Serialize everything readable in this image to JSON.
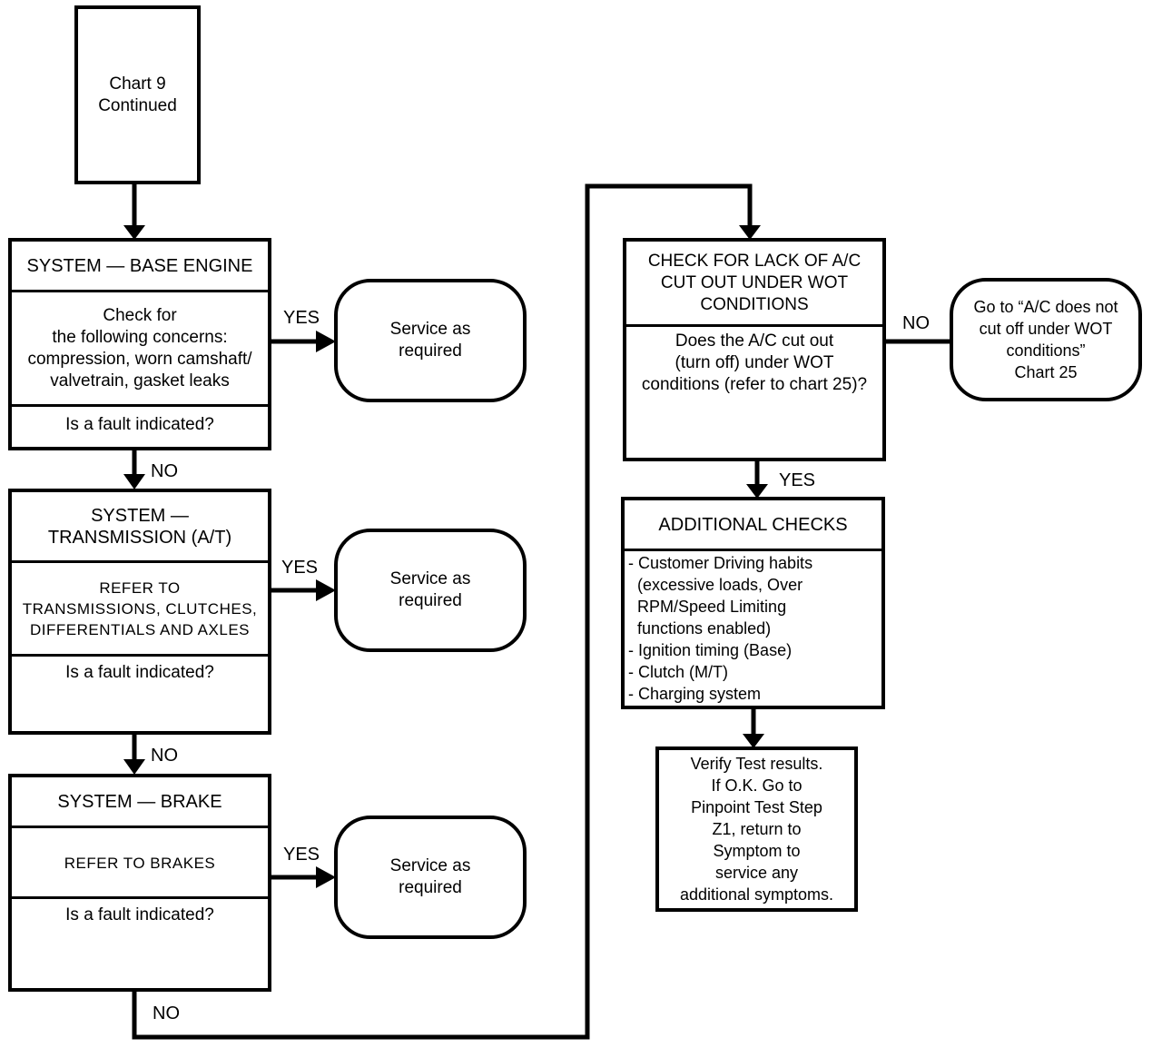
{
  "start": {
    "text": "Chart 9\nContinued"
  },
  "base_engine": {
    "title": "SYSTEM — BASE ENGINE",
    "body": "Check for\nthe following concerns:\ncompression, worn camshaft/\nvalvetrain, gasket leaks",
    "question": "Is a fault indicated?"
  },
  "service_1": {
    "text": "Service as\nrequired"
  },
  "transmission": {
    "title": "SYSTEM —\nTRANSMISSION (A/T)",
    "body": "REFER TO\nTRANSMISSIONS, CLUTCHES,\nDIFFERENTIALS AND  AXLES",
    "question": "Is a fault indicated?"
  },
  "service_2": {
    "text": "Service as\nrequired"
  },
  "brake": {
    "title": "SYSTEM — BRAKE",
    "body": "REFER TO BRAKES",
    "question": "Is a fault indicated?"
  },
  "service_3": {
    "text": "Service as\nrequired"
  },
  "ac_check": {
    "title": "CHECK FOR LACK OF A/C\nCUT OUT UNDER WOT\nCONDITIONS",
    "question": "Does the A/C cut out\n(turn off) under WOT\nconditions (refer to chart 25)?"
  },
  "goto_chart25": {
    "text": "Go to “A/C does not\ncut off under WOT\nconditions”\nChart 25"
  },
  "additional": {
    "title": "ADDITIONAL CHECKS",
    "items": "- Customer Driving habits\n  (excessive loads, Over\n  RPM/Speed Limiting\n  functions enabled)\n- Ignition timing (Base)\n- Clutch (M/T)\n- Charging system"
  },
  "verify": {
    "text": "Verify Test results.\nIf O.K. Go to\nPinpoint Test Step\nZ1, return to\nSymptom to\nservice any\nadditional symptoms."
  },
  "labels": {
    "yes_1": "YES",
    "no_1": "NO",
    "yes_2": "YES",
    "no_2": "NO",
    "yes_3": "YES",
    "no_3": "NO",
    "no_ac": "NO",
    "yes_ac": "YES"
  }
}
